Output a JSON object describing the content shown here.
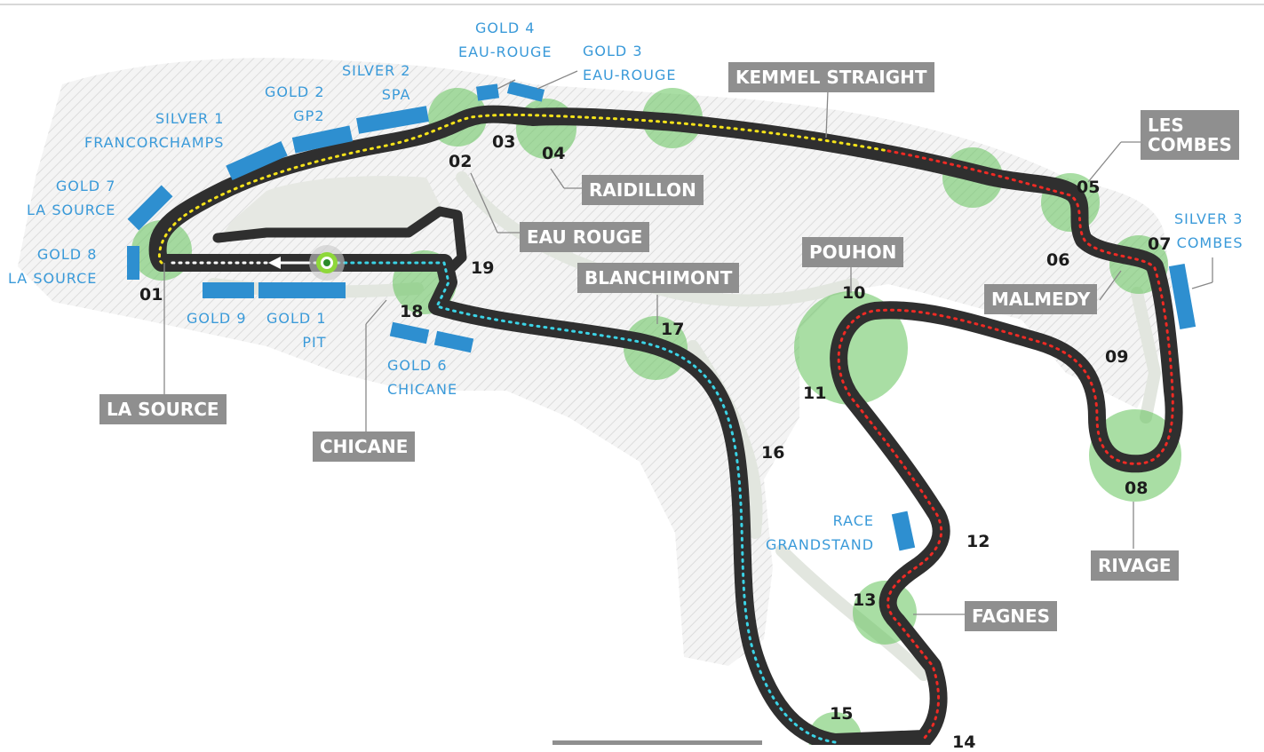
{
  "colors": {
    "track": "#2f2f2f",
    "sector1": "#f4e21a",
    "sector2": "#ee2a24",
    "sector3": "#3bd3e6",
    "grandstand": "#2e8fd0",
    "zone": "#5fd35a",
    "callout_bg": "#8f8f8f",
    "label_blue": "#3a9ad9"
  },
  "corners": {
    "la_source": "LA SOURCE",
    "eau_rouge": "EAU ROUGE",
    "raidillon": "RAIDILLON",
    "kemmel": "KEMMEL STRAIGHT",
    "les_combes": "LES\nCOMBES",
    "malmedy": "MALMEDY",
    "pouhon": "POUHON",
    "blanchimont": "BLANCHIMONT",
    "rivage": "RIVAGE",
    "fagnes": "FAGNES",
    "chicane": "CHICANE"
  },
  "stands": {
    "gold4": "GOLD 4\nEAU-ROUGE",
    "gold3": "GOLD 3\nEAU-ROUGE",
    "silver2": "SILVER 2\nSPA",
    "gold2": "GOLD 2\nGP2",
    "silver1": "SILVER 1\nFRANCORCHAMPS",
    "gold7": "GOLD 7\nLA SOURCE",
    "gold8": "GOLD 8\nLA SOURCE",
    "gold9": "GOLD 9",
    "gold1": "GOLD 1\nPIT",
    "gold6": "GOLD 6\nCHICANE",
    "silver3": "SILVER 3\nCOMBES",
    "race_grandstand": "RACE\nGRANDSTAND"
  },
  "turns": [
    "01",
    "02",
    "03",
    "04",
    "05",
    "06",
    "07",
    "08",
    "09",
    "10",
    "11",
    "12",
    "13",
    "14",
    "15",
    "16",
    "17",
    "18",
    "19"
  ]
}
